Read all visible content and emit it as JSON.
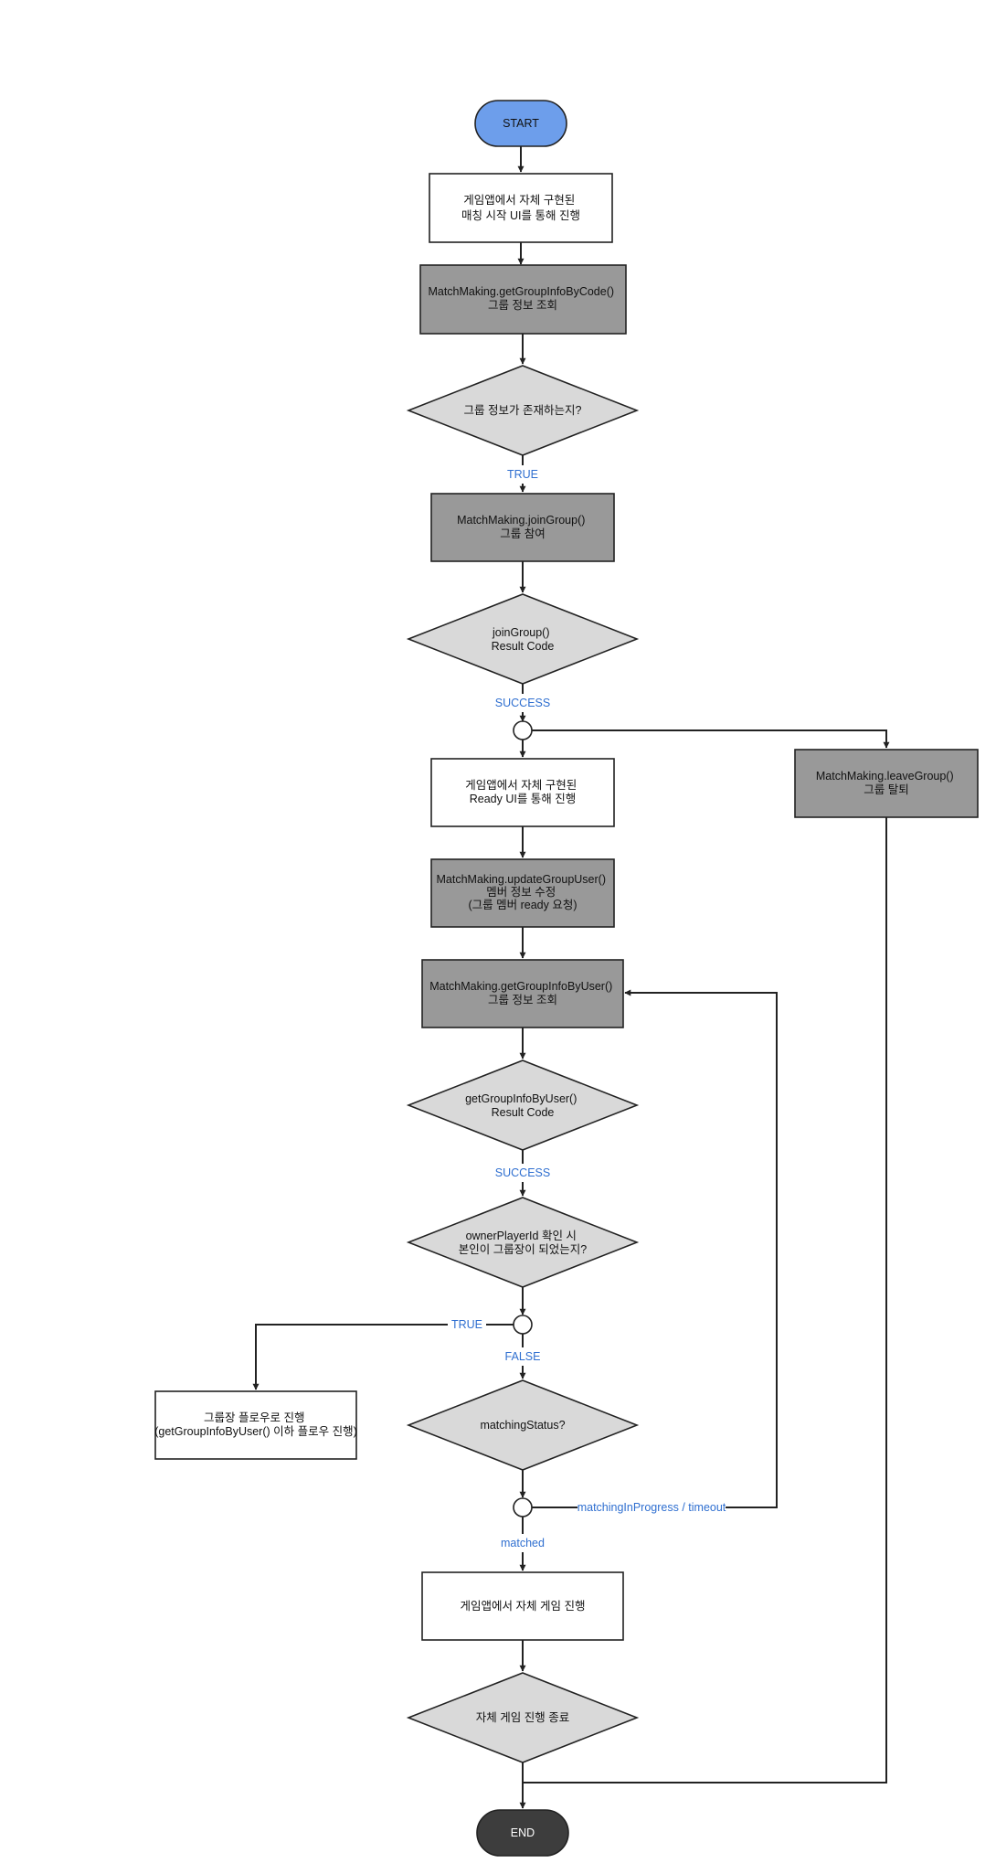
{
  "nodes": {
    "start": {
      "label": "START",
      "color": "#6d9eeb"
    },
    "custom_match_ui": {
      "lines": [
        "게임앱에서 자체 구현된",
        "매칭 시작 UI를 통해 진행"
      ]
    },
    "get_group_info_by_code": {
      "lines": [
        "MatchMaking.getGroupInfoByCode()",
        "그룹 정보 조회"
      ],
      "color": "#999999"
    },
    "group_exists": {
      "lines": [
        "그룹 정보가 존재하는지?"
      ],
      "color": "#d9d9d9"
    },
    "join_group": {
      "lines": [
        "MatchMaking.joinGroup()",
        "그룹 참여"
      ],
      "color": "#999999"
    },
    "join_group_result": {
      "lines": [
        "joinGroup()",
        "Result Code"
      ],
      "color": "#d9d9d9"
    },
    "leave_group": {
      "lines": [
        "MatchMaking.leaveGroup()",
        "그룹 탈퇴"
      ],
      "color": "#999999"
    },
    "custom_ready_ui": {
      "lines": [
        "게임앱에서 자체 구현된",
        "Ready UI를 통해 진행"
      ]
    },
    "update_group_user": {
      "lines": [
        "MatchMaking.updateGroupUser()",
        "멤버 정보 수정",
        "(그룹 멤버 ready 요청)"
      ],
      "color": "#999999"
    },
    "get_group_info_by_user": {
      "lines": [
        "MatchMaking.getGroupInfoByUser()",
        "그룹 정보 조회"
      ],
      "color": "#999999"
    },
    "get_group_info_result": {
      "lines": [
        "getGroupInfoByUser()",
        "Result Code"
      ],
      "color": "#d9d9d9"
    },
    "owner_check": {
      "lines": [
        "ownerPlayerId 확인 시",
        "본인이 그룹장이 되었는지?"
      ],
      "color": "#d9d9d9"
    },
    "owner_flow": {
      "lines": [
        "그룹장 플로우로 진행",
        "(getGroupInfoByUser() 이하 플로우 진행)"
      ]
    },
    "matching_status": {
      "lines": [
        "matchingStatus?"
      ],
      "color": "#d9d9d9"
    },
    "custom_game": {
      "lines": [
        "게임앱에서 자체 게임 진행"
      ]
    },
    "game_end": {
      "lines": [
        "자체 게임 진행 종료"
      ],
      "color": "#d9d9d9"
    },
    "end": {
      "label": "END",
      "color": "#3d3d3d"
    }
  },
  "edge_labels": {
    "true_1": "TRUE",
    "success_1": "SUCCESS",
    "success_2": "SUCCESS",
    "true_2": "TRUE",
    "false_1": "FALSE",
    "in_progress": "matchingInProgress / timeout",
    "matched": "matched"
  },
  "colors": {
    "edge_label": "#2f6fd0",
    "stroke": "#222222"
  }
}
